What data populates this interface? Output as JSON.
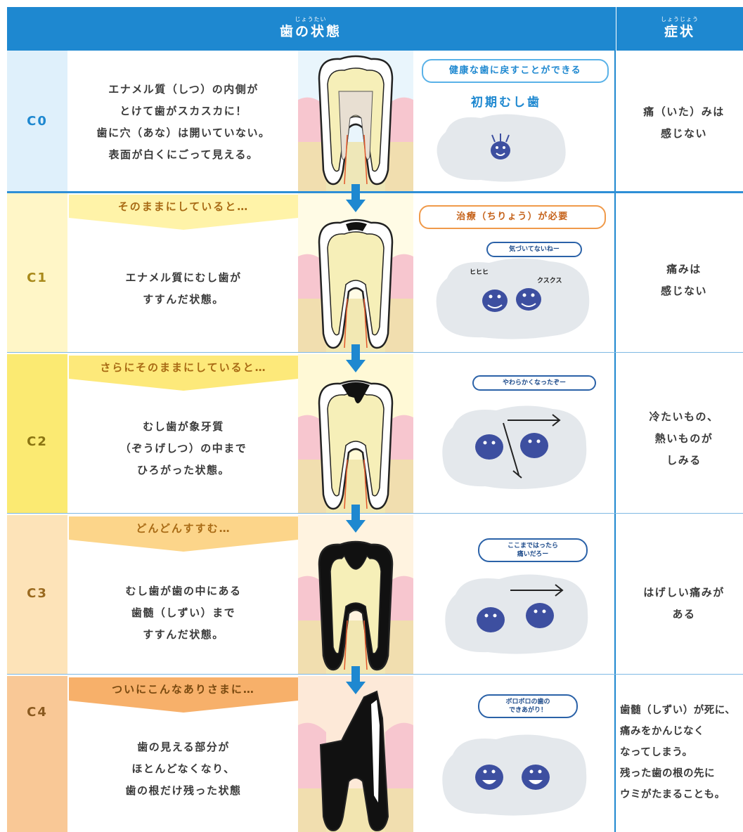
{
  "header": {
    "state_ruby": "じょうたい",
    "state_title": "歯の状態",
    "symptom_ruby": "しょうじょう",
    "symptom_title": "症状"
  },
  "colors": {
    "header_blue": "#1e88d0",
    "c0": "#dff0fb",
    "c1": "#fff6c7",
    "c2": "#fbea72",
    "c3": "#fde3b8",
    "c4": "#f9c896",
    "banner_c1": "#fff3a8",
    "banner_c2": "#fde97a",
    "banner_c3": "#fcd58a",
    "banner_c4": "#f7b06a",
    "germ": "#3d4fa0",
    "cloud": "#e4e8ec"
  },
  "stages": [
    {
      "id": "C0",
      "banner": "",
      "description": "エナメル質（しつ）の内側が\nとけて歯がスカスカに！\n歯に穴（あな）は開いていない。\n表面が白くにごって見える。",
      "status_label": "健康な歯に戻すことができる",
      "sub_label": "初期むし歯",
      "bubble": "",
      "symptom": "痛（いた）みは\n感じない"
    },
    {
      "id": "C1",
      "banner": "そのままにしていると…",
      "description": "エナメル質にむし歯が\nすすんだ状態。",
      "status_label": "治療（ちりょう）が必要",
      "bubble": "気づいてないねー",
      "sfx_left": "ヒヒヒ",
      "sfx_right": "クスクス",
      "symptom": "痛みは\n感じない"
    },
    {
      "id": "C2",
      "banner": "さらにそのままにしていると…",
      "description": "むし歯が象牙質\n（ぞうげしつ）の中まで\nひろがった状態。",
      "bubble": "やわらかくなったぞー",
      "symptom": "冷たいもの、\n熱いものが\nしみる"
    },
    {
      "id": "C3",
      "banner": "どんどんすすむ…",
      "description": "むし歯が歯の中にある\n歯髄（しずい）まで\nすすんだ状態。",
      "bubble": "ここまではったら\n痛いだろー",
      "symptom": "はげしい痛みが\nある"
    },
    {
      "id": "C4",
      "banner": "ついにこんなありさまに…",
      "description": "歯の見える部分が\nほとんどなくなり、\n歯の根だけ残った状態",
      "bubble": "ボロボロの歯の\nできあがり！",
      "symptom": "歯髄（しずい）が死に、\n痛みをかんじなく\nなってしまう。\n残った歯の根の先に\nウミがたまることも。"
    }
  ]
}
